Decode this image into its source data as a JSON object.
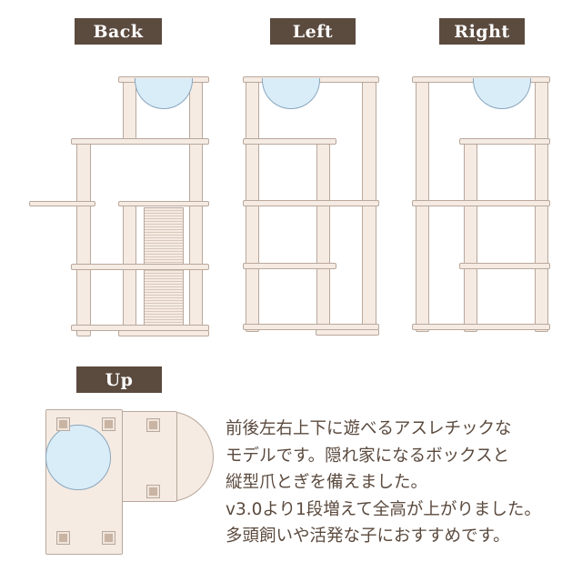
{
  "views": {
    "back": "Back",
    "left": "Left",
    "right": "Right",
    "up": "Up"
  },
  "description": [
    "前後左右上下に遊べるアスレチックな",
    "モデルです。隠れ家になるボックスと",
    "縦型爪とぎを備えました。",
    "v3.0より1段増えて全高が上がりました。",
    "多頭飼いや活発な子におすすめです。"
  ],
  "colors": {
    "label_bg": "#5b4a3e",
    "wood": "#f5ebe3",
    "bowl": "#d9edf8",
    "text": "#5b4a3e"
  }
}
